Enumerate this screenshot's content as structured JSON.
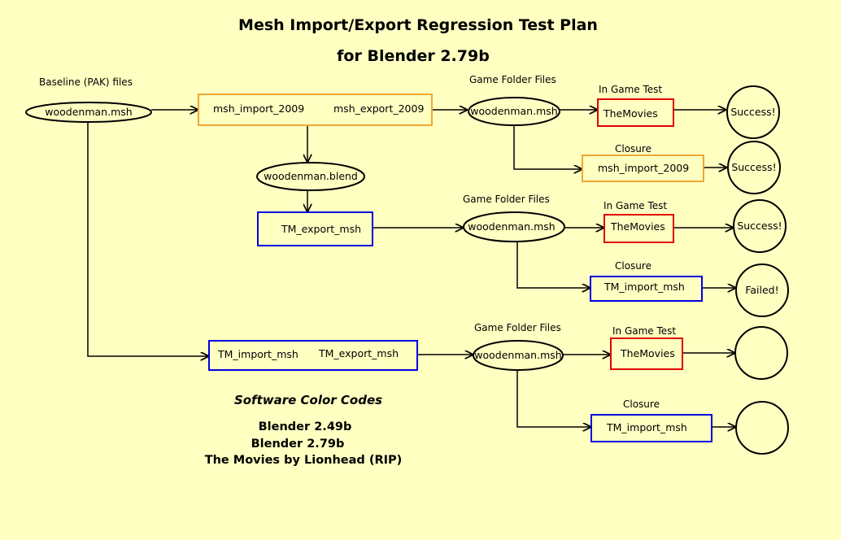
{
  "title": {
    "line1": "Mesh Import/Export Regression Test Plan",
    "line2": "for Blender 2.79b"
  },
  "colors": {
    "background": "#ffffc2",
    "blender_249b": "#f0a830",
    "blender_279b": "#0000e0",
    "the_movies": "#e00000"
  },
  "labels": {
    "baseline": "Baseline (PAK) files",
    "game_folder_1": "Game Folder Files",
    "game_folder_2": "Game Folder Files",
    "game_folder_3": "Game Folder Files",
    "in_game_test_1": "In Game Test",
    "in_game_test_2": "In Game Test",
    "in_game_test_3": "In Game Test",
    "closure_1": "Closure",
    "closure_2": "Closure",
    "closure_3": "Closure"
  },
  "nodes": {
    "baseline_file": "woodenman.msh",
    "import_2009": "msh_import_2009",
    "export_2009": "msh_export_2009",
    "game_file_1": "woodenman.msh",
    "themovies_1": "TheMovies",
    "success_1": "Success!",
    "closure_import_2009": "msh_import_2009",
    "success_2": "Success!",
    "blend_file": "woodenman.blend",
    "tm_export_1": "TM_export_msh",
    "game_file_2": "woodenman.msh",
    "themovies_2": "TheMovies",
    "success_3": "Success!",
    "closure_tm_import_1": "TM_import_msh",
    "failed_1": "Failed!",
    "tm_import_2": "TM_import_msh",
    "tm_export_2": "TM_export_msh",
    "game_file_3": "woodenman.msh",
    "themovies_3": "TheMovies",
    "result_empty_1": "",
    "closure_tm_import_2": "TM_import_msh",
    "result_empty_2": ""
  },
  "legend": {
    "heading": "Software Color Codes",
    "items": [
      {
        "label": "Blender 2.49b",
        "color": "#f0a830"
      },
      {
        "label": "Blender 2.79b",
        "color": "#0000e0"
      },
      {
        "label": "The Movies by Lionhead (RIP)",
        "color": "#e00000"
      }
    ]
  }
}
